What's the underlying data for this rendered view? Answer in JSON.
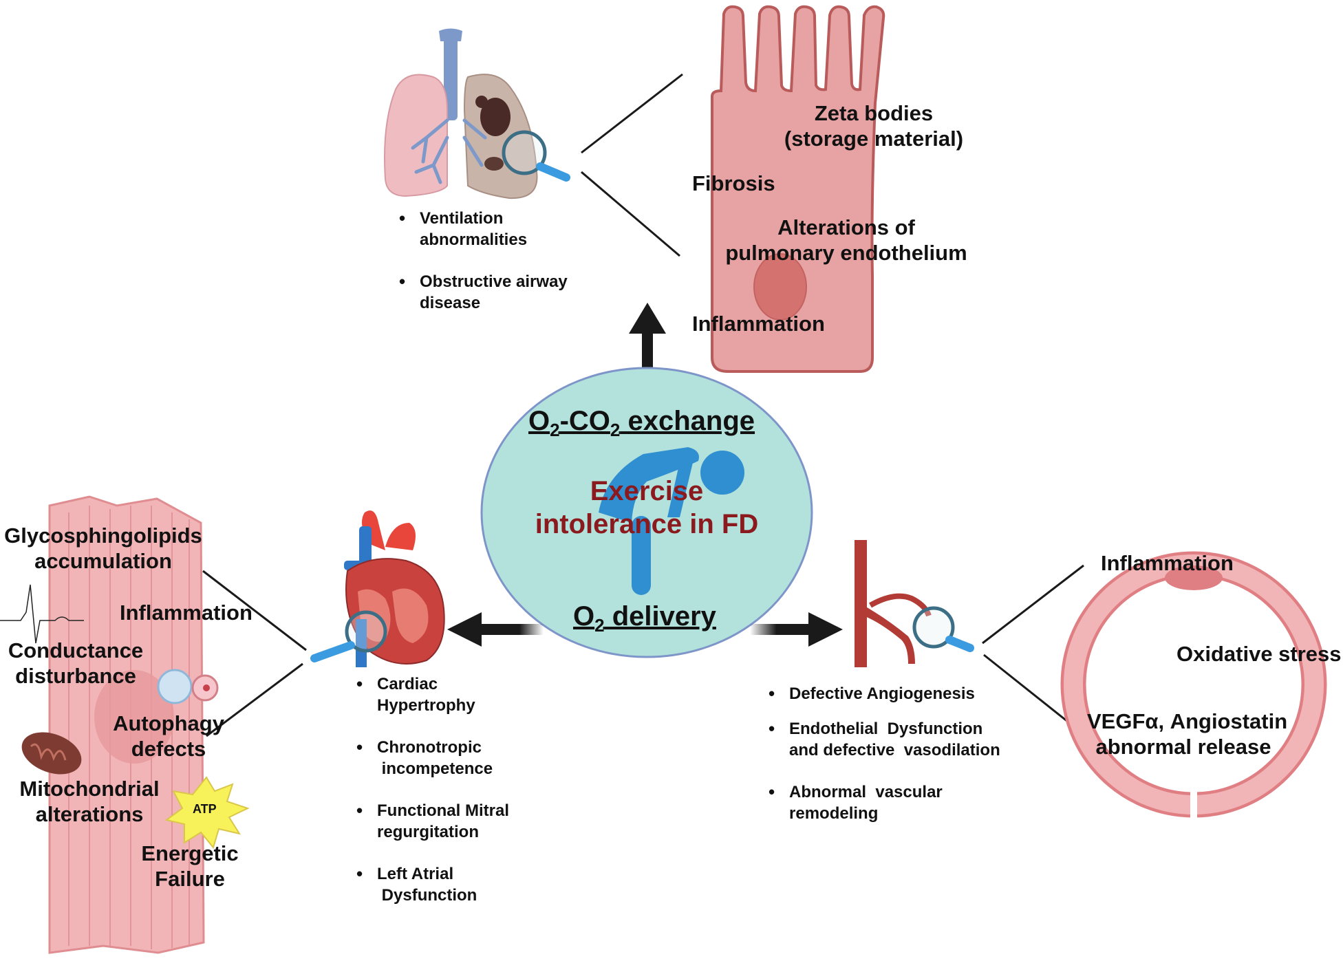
{
  "center": {
    "title_line1": "Exercise",
    "title_line2": "intolerance in FD",
    "exchange_prefix": "O",
    "exchange_sub1": "2",
    "exchange_mid": "-CO",
    "exchange_sub2": "2",
    "exchange_suffix": " exchange",
    "delivery_prefix": "O",
    "delivery_sub": "2",
    "delivery_suffix": " delivery"
  },
  "lung": {
    "bullets": [
      {
        "line1": "Ventilation",
        "line2": "abnormalities"
      },
      {
        "line1": "Obstructive airway",
        "line2": "disease"
      }
    ]
  },
  "endothelial_cell": {
    "zeta_line1": "Zeta bodies",
    "zeta_line2": "(storage material)",
    "fibrosis": "Fibrosis",
    "alterations_line1": "Alterations of",
    "alterations_line2": "pulmonary endothelium",
    "inflammation": "Inflammation"
  },
  "muscle": {
    "glyco_line1": "Glycosphingolipids",
    "glyco_line2": "accumulation",
    "inflammation": "Inflammation",
    "conductance_line1": "Conductance",
    "conductance_line2": "disturbance",
    "autophagy_line1": "Autophagy",
    "autophagy_line2": "defects",
    "mito_line1": "Mitochondrial",
    "mito_line2": "alterations",
    "atp": "ATP",
    "energetic_line1": "Energetic",
    "energetic_line2": "Failure"
  },
  "heart": {
    "bullets": [
      {
        "line1": "Cardiac",
        "line2": "Hypertrophy"
      },
      {
        "line1": "Chronotropic",
        "line2": " incompetence"
      },
      {
        "line1": "Functional Mitral",
        "line2": "regurgitation"
      },
      {
        "line1": "Left Atrial",
        "line2": " Dysfunction"
      }
    ]
  },
  "vessel": {
    "bullets": [
      {
        "line1": "Defective Angiogenesis",
        "line2": ""
      },
      {
        "line1": "Endothelial  Dysfunction",
        "line2": "and defective  vasodilation"
      },
      {
        "line1": "Abnormal  vascular",
        "line2": "remodeling"
      }
    ]
  },
  "vessel_ring": {
    "inflammation": "Inflammation",
    "oxidative": "Oxidative stress",
    "vegf_line1": "VEGFα, Angiostatin",
    "vegf_line2": "abnormal release"
  },
  "colors": {
    "center_fill": "#b3e2dc",
    "center_stroke": "#7e95c9",
    "figure_blue": "#2f8fd0",
    "cell_fill": "#e7a3a3",
    "cell_stroke": "#b95b5b",
    "title_red": "#8b1a1f",
    "arrow": "#1a1a1a"
  }
}
